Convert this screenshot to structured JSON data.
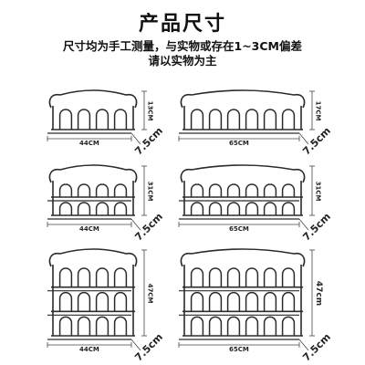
{
  "heading": {
    "title": "产品尺寸",
    "note_line1": "尺寸均为手工测量，与实物或存在1~3CM偏差",
    "note_line2": "请以实物为主"
  },
  "colors": {
    "wire": "#2b2b2b",
    "text": "#111111"
  },
  "racks": [
    {
      "width_label": "44CM",
      "height_label": "13CM",
      "depth_label": "7.5cm",
      "tiers": 1,
      "hooks": 4
    },
    {
      "width_label": "65CM",
      "height_label": "17CM",
      "depth_label": "7.5cm",
      "tiers": 1,
      "hooks": 6
    },
    {
      "width_label": "44CM",
      "height_label": "31CM",
      "depth_label": "7.5cm",
      "tiers": 2,
      "hooks": 4
    },
    {
      "width_label": "65CM",
      "height_label": "31CM",
      "depth_label": "7.5cm",
      "tiers": 2,
      "hooks": 6
    },
    {
      "width_label": "44CM",
      "height_label": "47CM",
      "depth_label": "7.5cm",
      "tiers": 3,
      "hooks": 4
    },
    {
      "width_label": "65CM",
      "height_label": "47cm",
      "depth_label": "7.5cm",
      "tiers": 3,
      "hooks": 6
    }
  ]
}
